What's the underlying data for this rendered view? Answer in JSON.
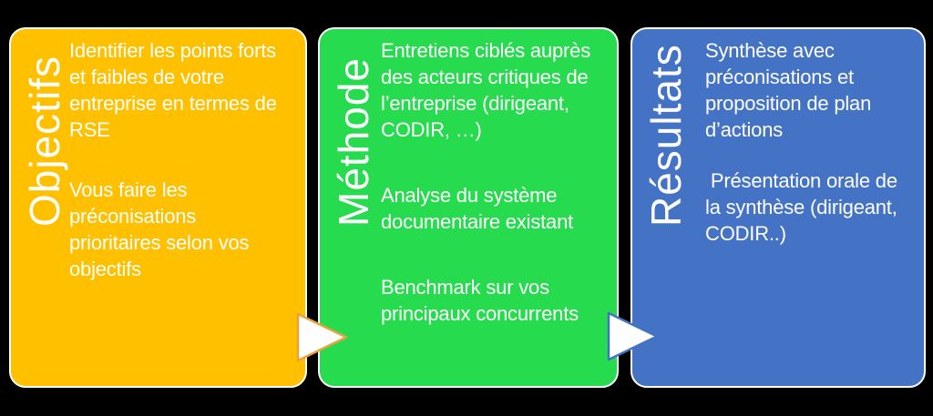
{
  "theme": {
    "background": "#000000",
    "text_color": "#FFFFFF",
    "panel_border_color": "#FFFFFF"
  },
  "panels": [
    {
      "title": "Objectifs",
      "color": "#FFC000",
      "paragraphs": [
        "Identifier les points forts\net faibles de votre\nentreprise en termes de\nRSE",
        "Vous faire les\npréconisations\nprioritaires selon vos\nobjectifs"
      ]
    },
    {
      "title": "Méthode",
      "color": "#27DB4F",
      "paragraphs": [
        "Entretiens ciblés auprès\ndes acteurs critiques de\nl’entreprise (dirigeant,\nCODIR, …)",
        "Analyse du système\ndocumentaire existant",
        "Benchmark sur vos\nprincipaux concurrents"
      ]
    },
    {
      "title": "Résultats",
      "color": "#4472C4",
      "paragraphs": [
        "Synthèse avec\npréconisations et\nproposition de plan\nd’actions",
        " Présentation orale de\nla synthèse (dirigeant,\nCODIR..)"
      ]
    }
  ],
  "arrows": [
    {
      "name": "objectifs-to-methode",
      "fill": "#FFFFFF",
      "stroke": "#E8A33D"
    },
    {
      "name": "methode-to-resultats",
      "fill": "#FFFFFF",
      "stroke": "#4472C4"
    }
  ]
}
